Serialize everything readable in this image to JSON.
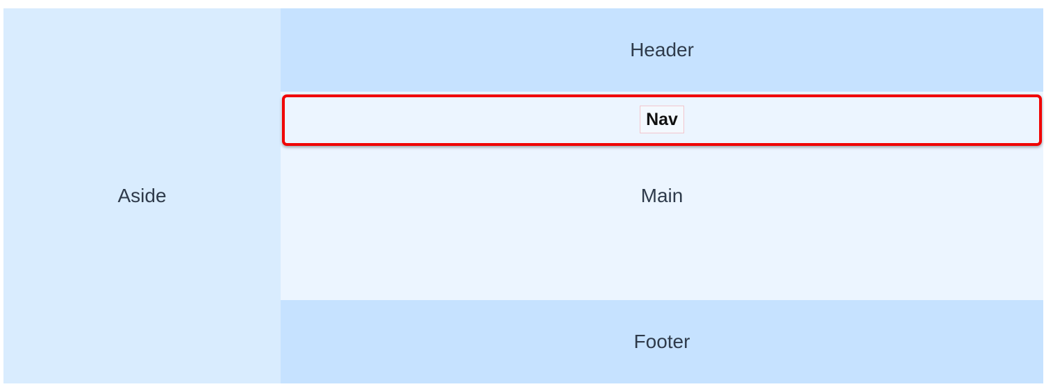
{
  "aside": {
    "label": "Aside"
  },
  "header": {
    "label": "Header"
  },
  "nav": {
    "label": "Nav"
  },
  "main": {
    "label": "Main"
  },
  "footer": {
    "label": "Footer"
  },
  "colors": {
    "aside_bg": "#d9ecfe",
    "header_footer_bg": "#c6e2ff",
    "main_bg": "#ecf5ff",
    "highlight_border": "#f00000"
  }
}
